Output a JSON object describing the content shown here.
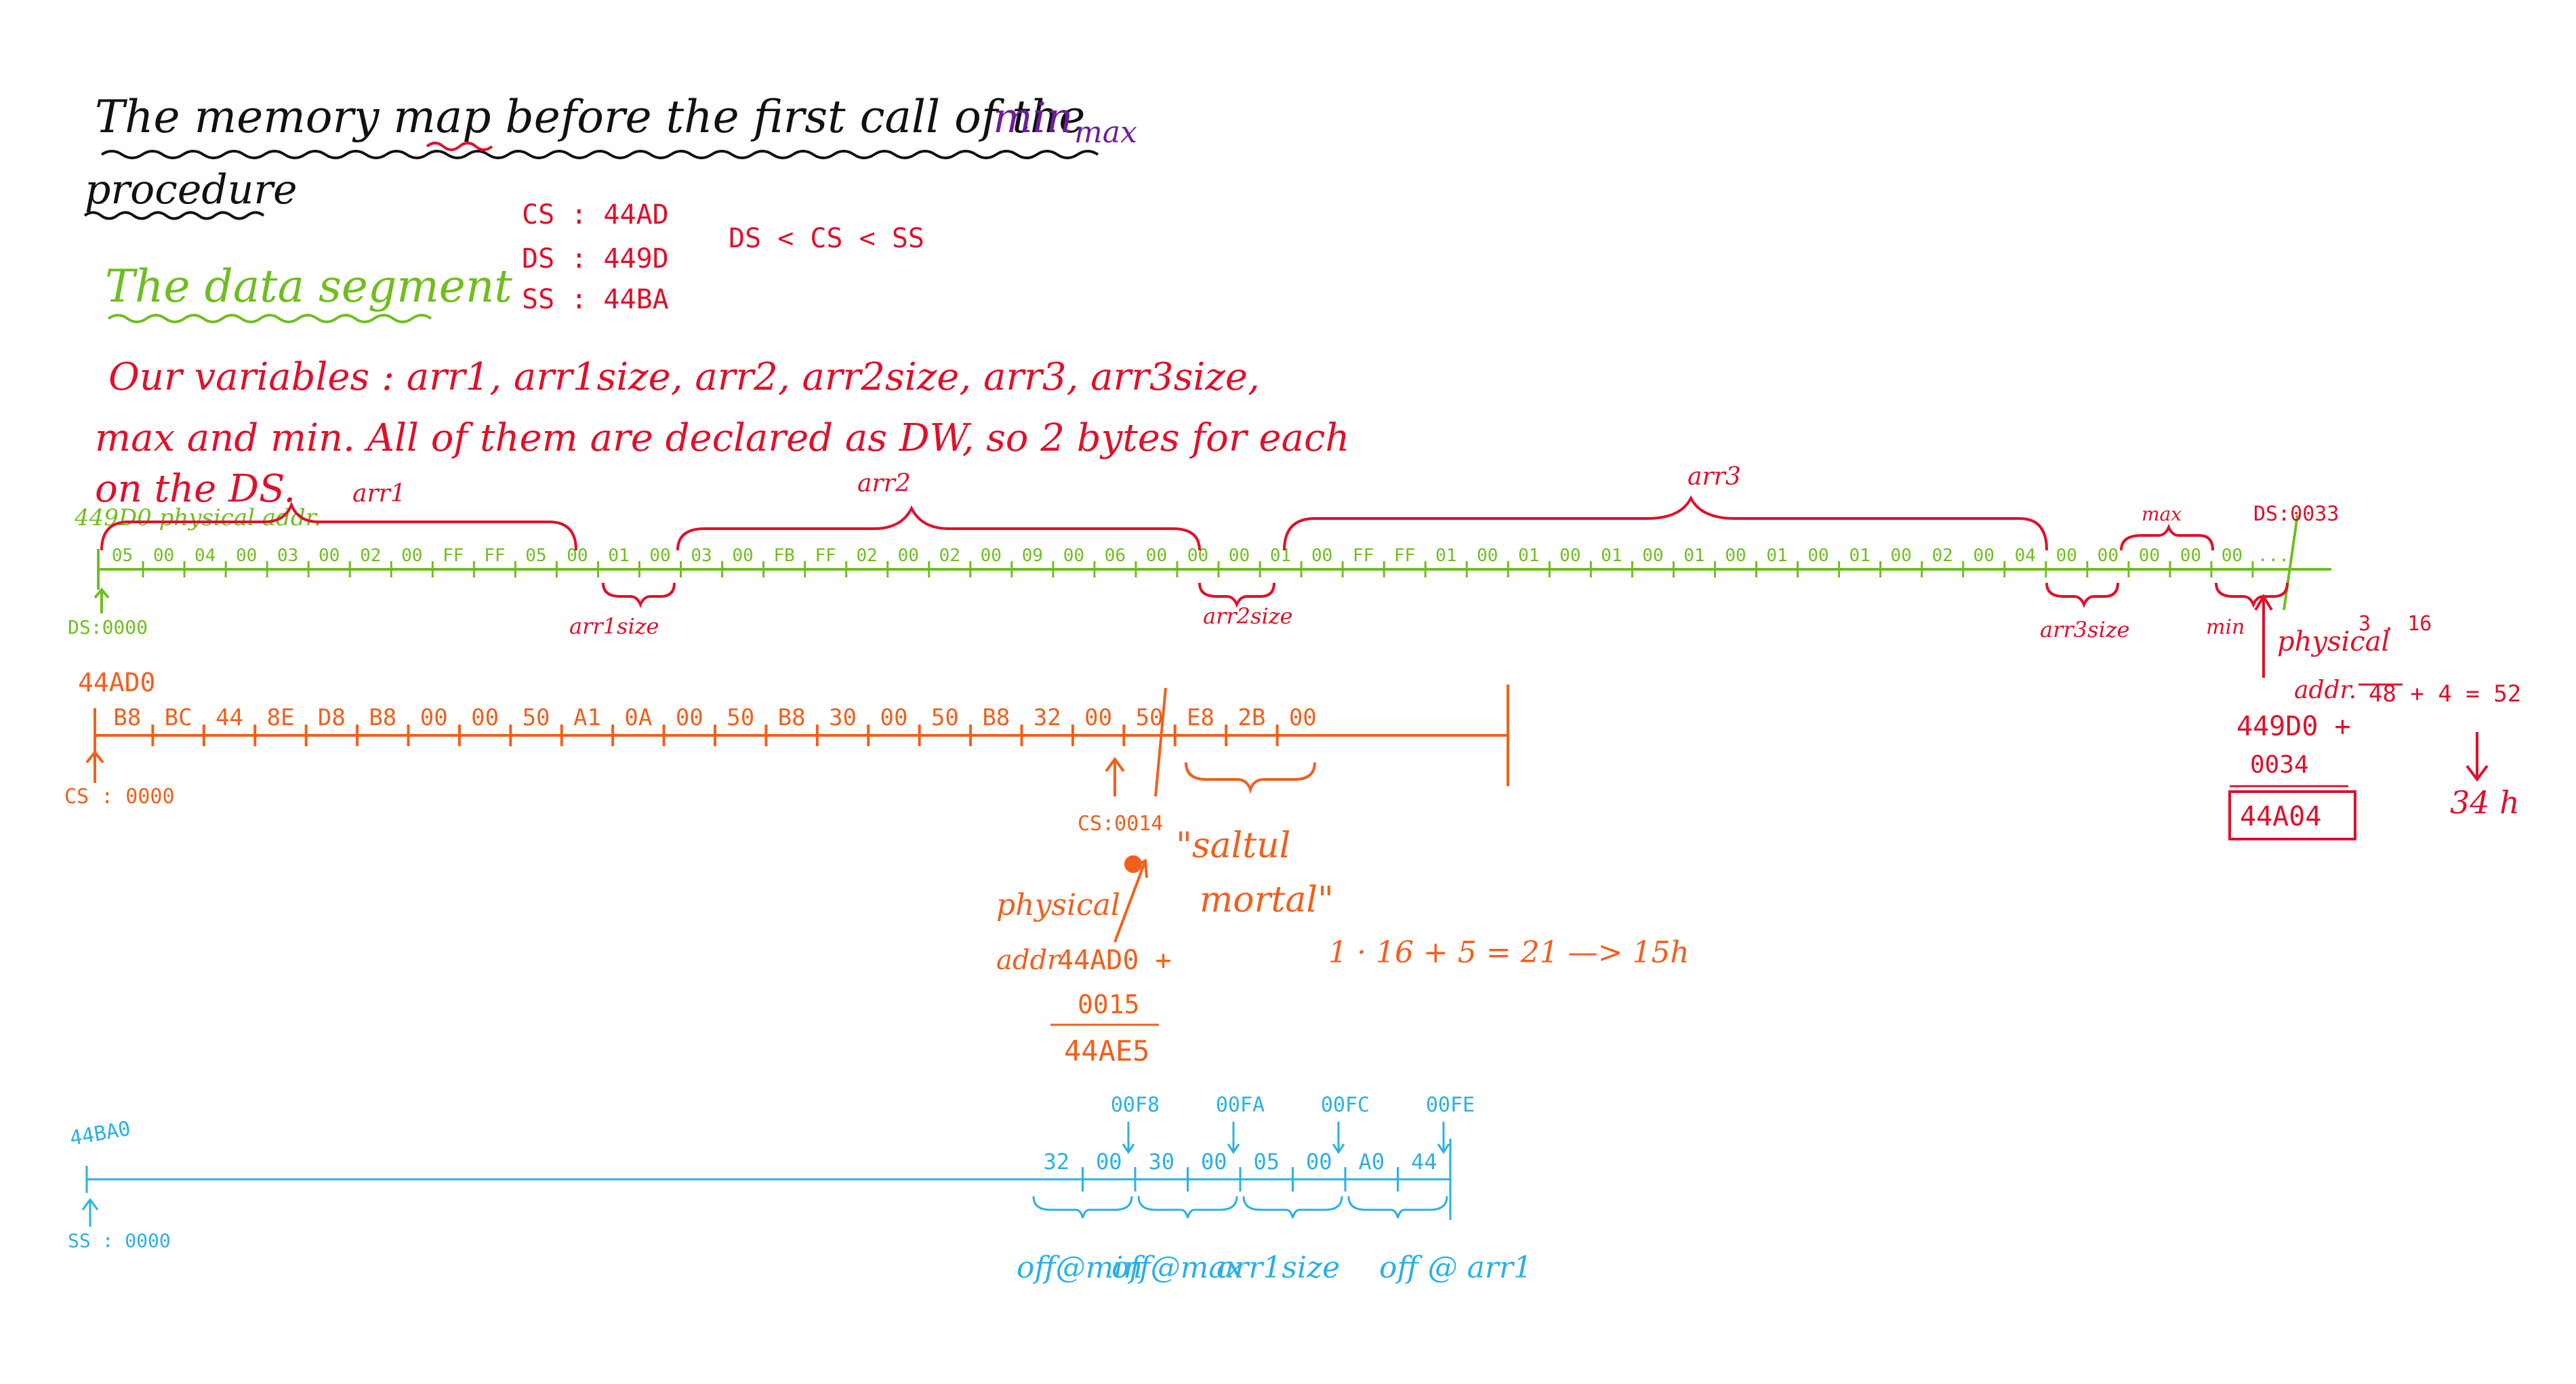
{
  "colors": {
    "black": "#111111",
    "red": "#e0102b",
    "purple": "#6b1f9a",
    "green": "#6fbe1e",
    "orange": "#f25f1c",
    "blue": "#2ab0e6"
  },
  "title": {
    "line1": "The memory map before the first call of the",
    "word_min": "min",
    "word_max": "max",
    "line2": "procedure"
  },
  "registers": {
    "cs": "CS : 44AD",
    "ds": "DS : 449D",
    "ss": "SS : 44BA",
    "order": "DS < CS < SS"
  },
  "data_segment": {
    "heading": "The data segment",
    "note_line1": "Our variables : arr1, arr1size, arr2, arr2size, arr3, arr3size,",
    "note_line2": "max and min. All of them are declared as DW, so 2 bytes for each",
    "note_line3": "on the DS.",
    "phys_label": "449D0 physical addr.",
    "start_label": "DS:0000",
    "end_label": "DS:0033",
    "bytes": [
      "05",
      "00",
      "04",
      "00",
      "03",
      "00",
      "02",
      "00",
      "FF",
      "FF",
      "05",
      "00",
      "01",
      "00",
      "03",
      "00",
      "FB",
      "FF",
      "02",
      "00",
      "02",
      "00",
      "09",
      "00",
      "06",
      "00",
      "00",
      "00",
      "01",
      "00",
      "FF",
      "FF",
      "01",
      "00",
      "01",
      "00",
      "01",
      "00",
      "01",
      "00",
      "01",
      "00",
      "01",
      "00",
      "02",
      "00",
      "04",
      "00",
      "00",
      "00",
      "00",
      "00",
      "..."
    ],
    "brace_labels": {
      "arr1": "arr1",
      "arr2": "arr2",
      "arr3": "arr3",
      "max": "max",
      "arr1size": "arr1size",
      "arr2size": "arr2size",
      "arr3size": "arr3size",
      "min": "min"
    },
    "calc": {
      "phys": "physical",
      "addr": "addr.",
      "base": "449D0 +",
      "offset": "0034",
      "result": "44A04",
      "sixteen": "3 . 16",
      "sum": "48 + 4 = 52",
      "hex": "34 h"
    }
  },
  "code_segment": {
    "phys_label": "44AD0",
    "start_label": "CS : 0000",
    "bytes": [
      "B8",
      "BC",
      "44",
      "8E",
      "D8",
      "B8",
      "00",
      "00",
      "50",
      "A1",
      "0A",
      "00",
      "50",
      "B8",
      "30",
      "00",
      "50",
      "B8",
      "32",
      "00",
      "50",
      "E8",
      "2B",
      "00"
    ],
    "pointer_label": "CS:0014",
    "saltul": "\"saltul",
    "mortal": "mortal\"",
    "phys_word": "physical",
    "addr_word": "addr",
    "calc_base": "44AD0 +",
    "calc_off": "0015",
    "calc_result": "44AE5",
    "formula": "1 · 16 + 5 = 21 —> 15h"
  },
  "stack_segment": {
    "phys_label": "44BA0",
    "start_label": "SS : 0000",
    "bytes": [
      "32",
      "00",
      "30",
      "00",
      "05",
      "00",
      "A0",
      "44"
    ],
    "offsets": [
      "00F8",
      "00FA",
      "00FC",
      "00FE"
    ],
    "labels": [
      "off@min",
      "off@max",
      "arr1size",
      "off @ arr1"
    ]
  }
}
